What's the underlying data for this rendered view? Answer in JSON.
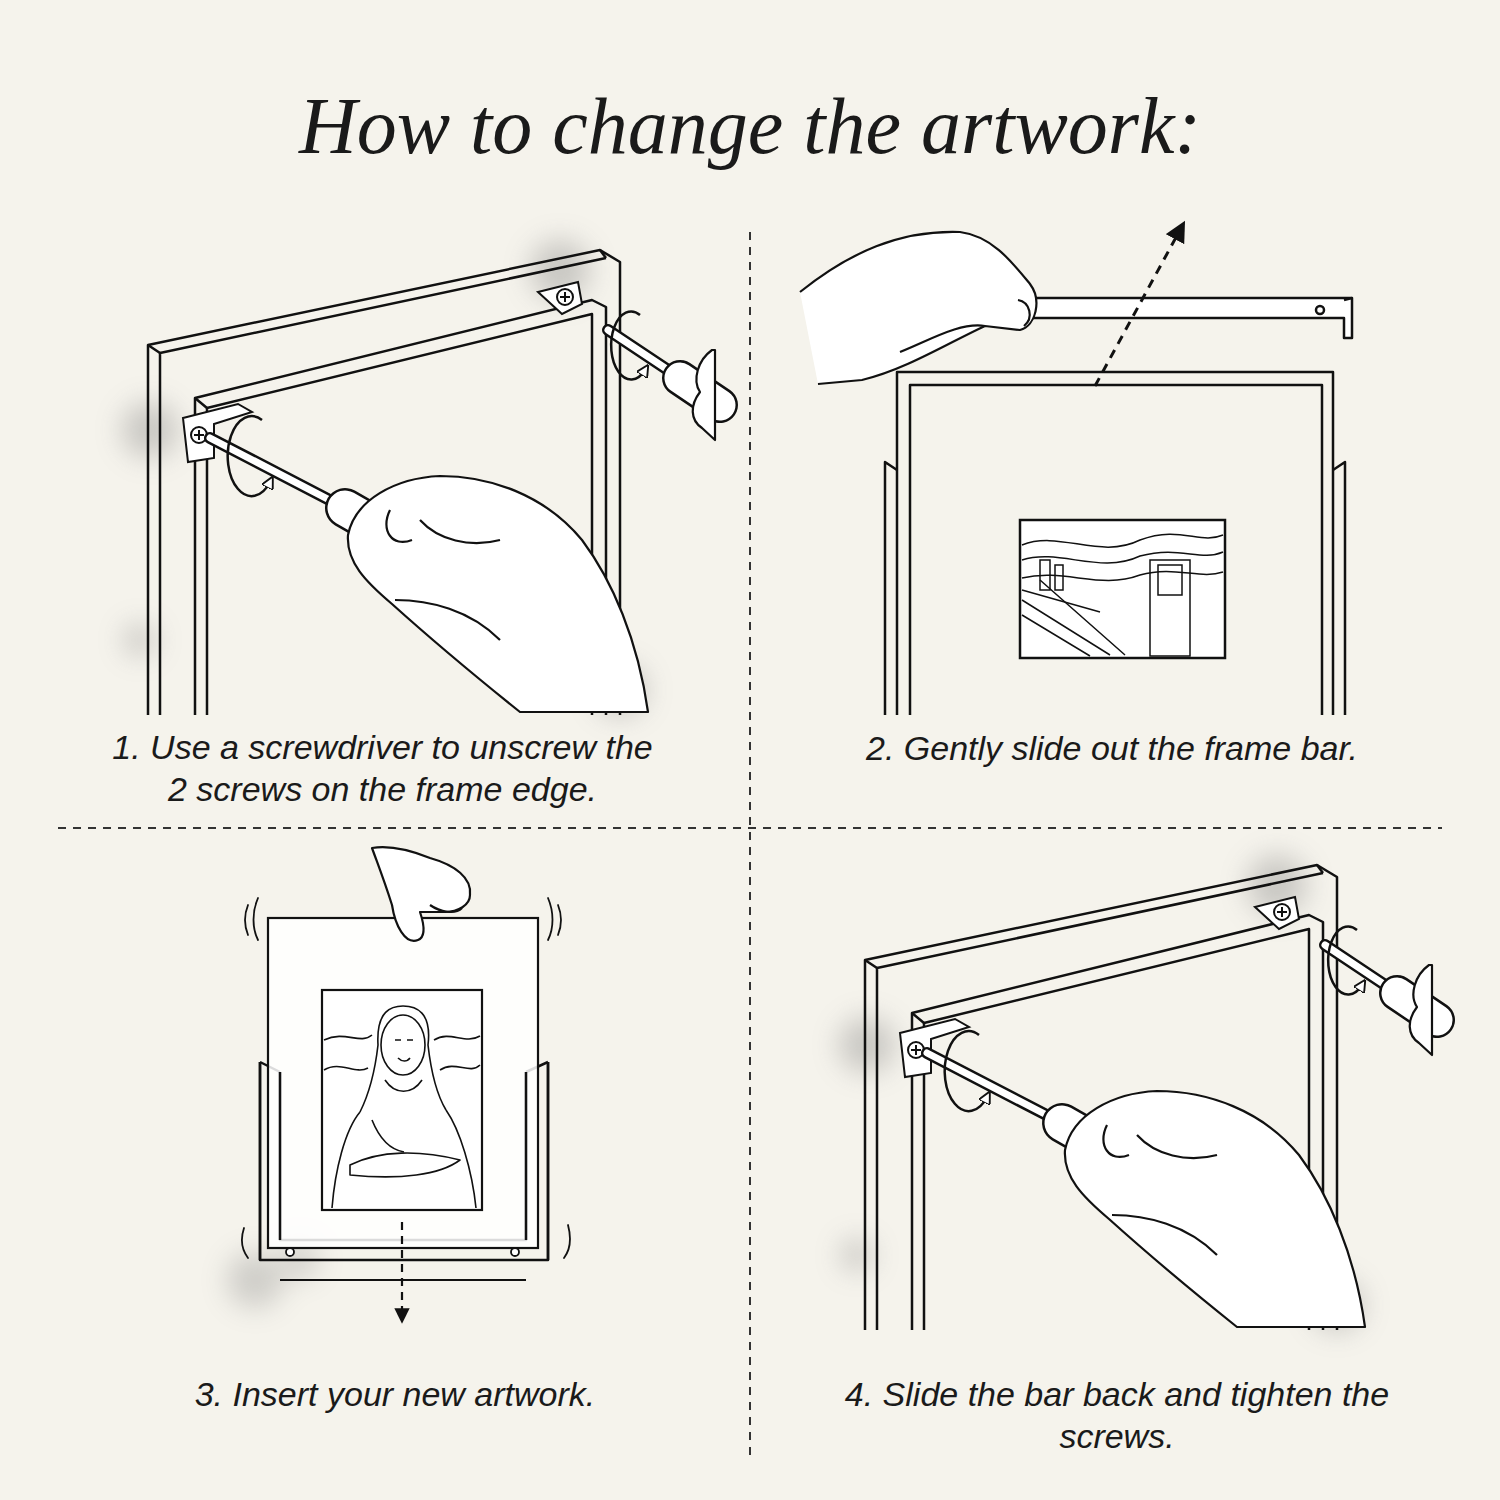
{
  "diagram": {
    "title": "How to change the artwork:",
    "labels": [
      "1. Use a screwdriver to unscrew the 2 screws on the frame edge.",
      "2. Gently slide out the frame bar.",
      "3. Insert your new artwork.",
      "4. Slide the bar back and tighten the screws."
    ]
  }
}
